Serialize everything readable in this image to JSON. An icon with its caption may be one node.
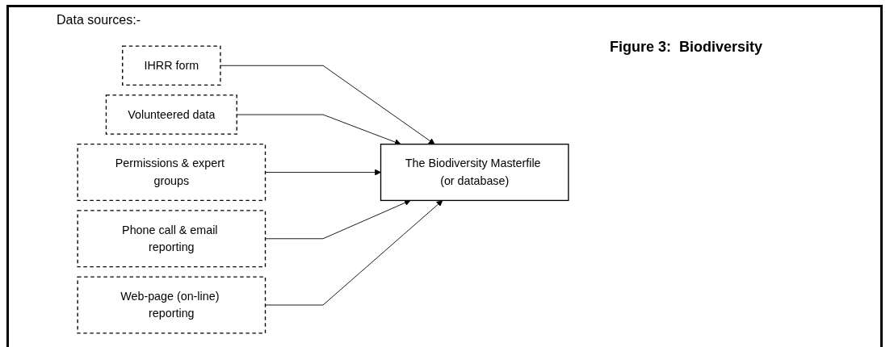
{
  "diagram": {
    "title": "Figure 3:  Biodiversity",
    "nodes": [
      {
        "text": [
          "IHRR form"
        ]
      },
      {
        "text": [
          "Volunteered data"
        ]
      },
      {
        "text": [
          "Permissions & expert groups"
        ]
      },
      {
        "text": [
          "Phone call & email reporting"
        ]
      },
      {
        "text": [
          "Web-page (on-line) reporting"
        ]
      },
      {
        "text": [
          "The Biodiversity Masterfile (or database)"
        ]
      }
    ],
    "edges": [
      {
        "from": 0,
        "to": 5,
        "arrow": "to"
      },
      {
        "from": 1,
        "to": 5,
        "arrow": "to"
      },
      {
        "from": 2,
        "to": 5,
        "arrow": "to"
      },
      {
        "from": 3,
        "to": 5,
        "arrow": "to"
      },
      {
        "from": 4,
        "to": 5,
        "arrow": "to"
      }
    ],
    "labels": [
      "Data sources:-"
    ]
  }
}
